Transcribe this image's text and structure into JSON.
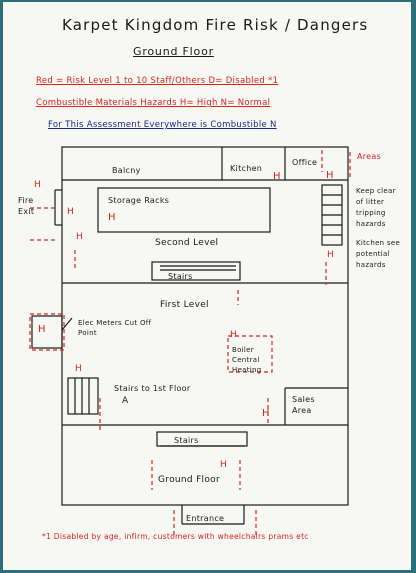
{
  "header": {
    "title": "Karpet Kingdom   Fire Risk / Dangers",
    "subtitle": "Ground Floor"
  },
  "legend": {
    "line1": "Red = Risk Level 1 to 10 Staff/Others D= Disabled *1",
    "line2": "Combustible Materials Hazards H= High N= Normal",
    "line3": "For This Assessment Everywhere is Combustible N"
  },
  "rooms": {
    "balcony": "Balcny",
    "kitchen": "Kitchen",
    "office": "Office",
    "storage": "Storage Racks",
    "second_level": "Second Level",
    "stairs_upper": "Stairs",
    "first_level": "First Level",
    "boiler": "Boiler Central Heating",
    "stairs_first": "Stairs to 1st Floor",
    "sales": "Sales Area",
    "stairs_lower": "Stairs",
    "ground_floor": "Ground Floor",
    "entrance": "Entrance"
  },
  "labels": {
    "fire_exit": "Fire Exit",
    "elec_meters": "Elec Meters Cut Off Point",
    "areas_title": "Areas",
    "areas_note": "Keep clear of litter tripping hazards",
    "kitchen_note": "Kitchen see potential hazards"
  },
  "markers": {
    "h": "H",
    "a": "A"
  },
  "footnote": "*1 Disabled by age, infirm, customers with wheelchairs prams etc",
  "colors": {
    "risk": "#d8251e",
    "ink": "#1a1a1a",
    "combustible": "#1a2a8a"
  }
}
